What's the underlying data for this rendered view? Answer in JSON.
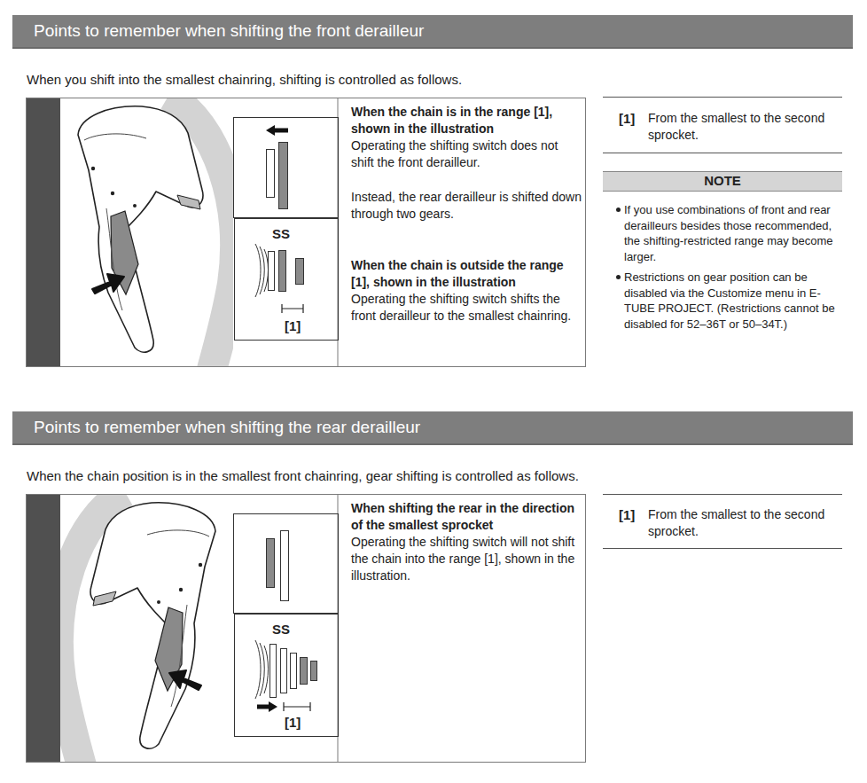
{
  "diagram": {
    "nodes": [
      {
        "text": [
          "Points to remember when shifting the front derailleur"
        ]
      },
      {
        "text": [
          "When the chain is in the range [1], shown in the illustration",
          "Operating the shifting switch does not shift the front derailleur.",
          "Instead, the rear derailleur is shifted down through two gears.",
          "When the chain is outside the range [1], shown in the illustration",
          "Operating the shifting switch shifts the front derailleur to the smallest chainring."
        ]
      },
      {
        "text": [
          "SS",
          "[1]"
        ],
        "in": 1
      },
      {
        "text": [
          "NOTE"
        ]
      },
      {
        "text": [
          "Points to remember when shifting the rear derailleur"
        ]
      },
      {
        "text": [
          "When shifting the rear in the direction of the smallest sprocket",
          "Operating the shifting switch will not shift the chain into the range [1], shown in the illustration."
        ]
      },
      {
        "text": [
          "SS",
          "[1]"
        ],
        "in": 5
      }
    ],
    "labels": [
      "When you shift into the smallest chainring, shifting is controlled as follows.",
      "[1]",
      "From the smallest to the second sprocket.",
      "If you use combinations of front and rear derailleurs besides those recommended, the shifting-restricted range may become larger.",
      "Restrictions on gear position can be disabled via the Customize menu in E-TUBE PROJECT. (Restrictions cannot be disabled for 52–36T or 50–34T.)",
      "When the chain position is in the smallest front chainring, gear shifting is controlled as follows.",
      "[1]",
      "From the smallest to the second sprocket."
    ]
  }
}
